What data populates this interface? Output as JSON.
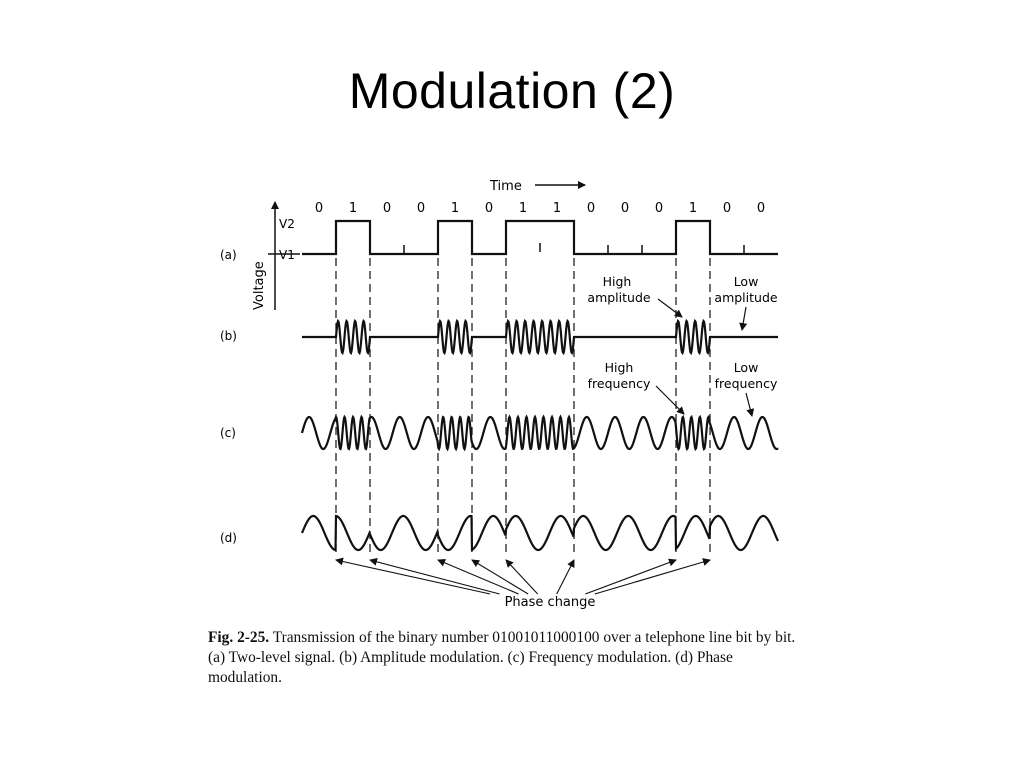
{
  "slide": {
    "title": "Modulation (2)"
  },
  "figure": {
    "time_label": "Time",
    "voltage_label": "Voltage",
    "v2_label": "V2",
    "v1_label": "V1",
    "bits": [
      "0",
      "1",
      "0",
      "0",
      "1",
      "0",
      "1",
      "1",
      "0",
      "0",
      "0",
      "1",
      "0",
      "0"
    ],
    "panels": [
      {
        "id": "a",
        "label": "(a)"
      },
      {
        "id": "b",
        "label": "(b)"
      },
      {
        "id": "c",
        "label": "(c)"
      },
      {
        "id": "d",
        "label": "(d)"
      }
    ],
    "annotations": {
      "high_amplitude": [
        "High",
        "amplitude"
      ],
      "low_amplitude": [
        "Low",
        "amplitude"
      ],
      "high_frequency": [
        "High",
        "frequency"
      ],
      "low_frequency": [
        "Low",
        "frequency"
      ],
      "phase_change": "Phase change"
    }
  },
  "caption": {
    "fig_label": "Fig. 2-25.",
    "text": "Transmission of the binary number 01001011000100 over a telephone line bit by bit. (a) Two-level signal. (b) Amplitude modulation. (c) Frequency modulation. (d) Phase modulation."
  }
}
